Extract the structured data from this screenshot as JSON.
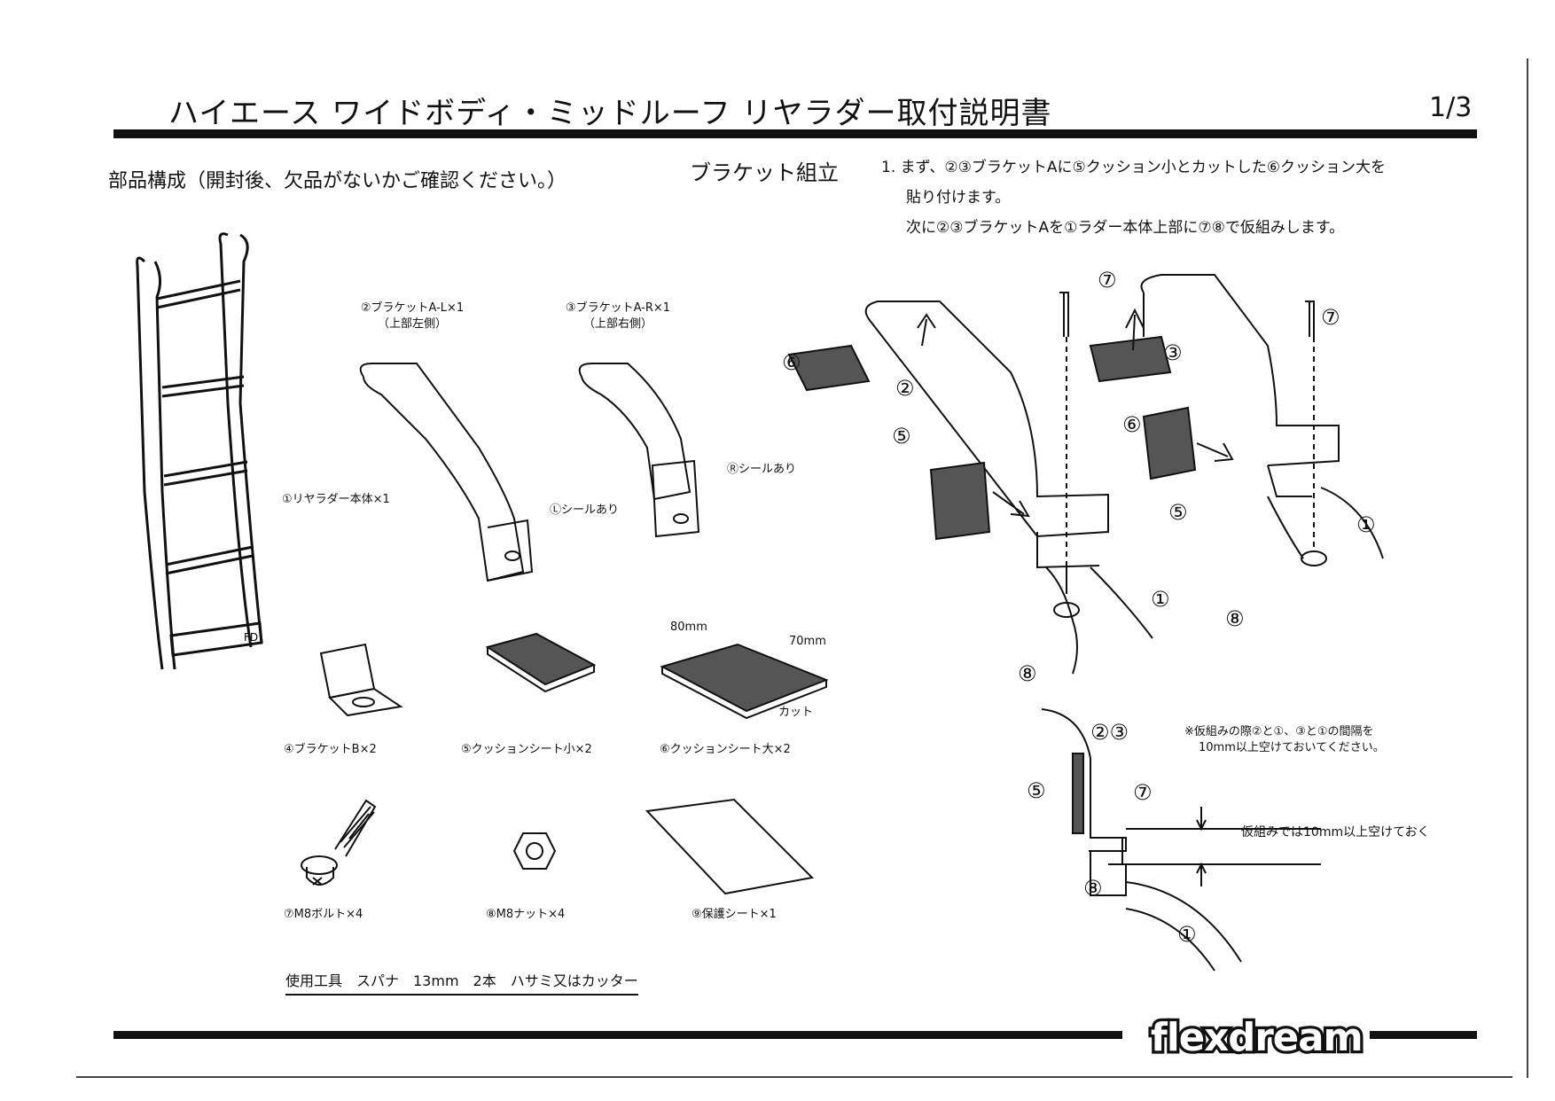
{
  "header": {
    "title": "ハイエース ワイドボディ・ミッドルーフ リヤラダー取付説明書",
    "page": "1/3"
  },
  "parts_section": {
    "heading": "部品構成（開封後、欠品がないかご確認ください。）",
    "parts": {
      "ladder": "①リヤラダー本体×1",
      "bracket_al": "②ブラケットA-L×1",
      "bracket_al_sub": "（上部左側）",
      "bracket_al_seal": "Ⓛシールあり",
      "bracket_ar": "③ブラケットA-R×1",
      "bracket_ar_sub": "（上部右側）",
      "bracket_ar_seal": "Ⓡシールあり",
      "bracket_b": "④ブラケットB×2",
      "cushion_small": "⑤クッションシート小×2",
      "cushion_large": "⑥クッションシート大×2",
      "cushion_large_w": "80mm",
      "cushion_large_h": "70mm",
      "cushion_cut": "カット",
      "bolt": "⑦M8ボルト×4",
      "nut": "⑧M8ナット×4",
      "sheet": "⑨保護シート×1"
    },
    "tools": "使用工具　スパナ　13mm　2本　ハサミ又はカッター"
  },
  "assembly_section": {
    "heading": "ブラケット組立",
    "step1_line1": "1. まず、②③ブラケットAに⑤クッション小とカットした⑥クッション大を",
    "step1_line2": "貼り付けます。",
    "step1_line3": "次に②③ブラケットAを①ラダー本体上部に⑦⑧で仮組みします。",
    "note_line1": "※仮組みの際②と①、③と①の間隔を",
    "note_line2": "10mm以上空けておいてください。",
    "gap_note": "仮組みでは10mm以上空けておく",
    "callouts": {
      "n1": "①",
      "n2": "②",
      "n3": "③",
      "n5": "⑤",
      "n6": "⑥",
      "n7": "⑦",
      "n8": "⑧",
      "n23": "②③"
    }
  },
  "footer": {
    "brand": "flexdream"
  }
}
